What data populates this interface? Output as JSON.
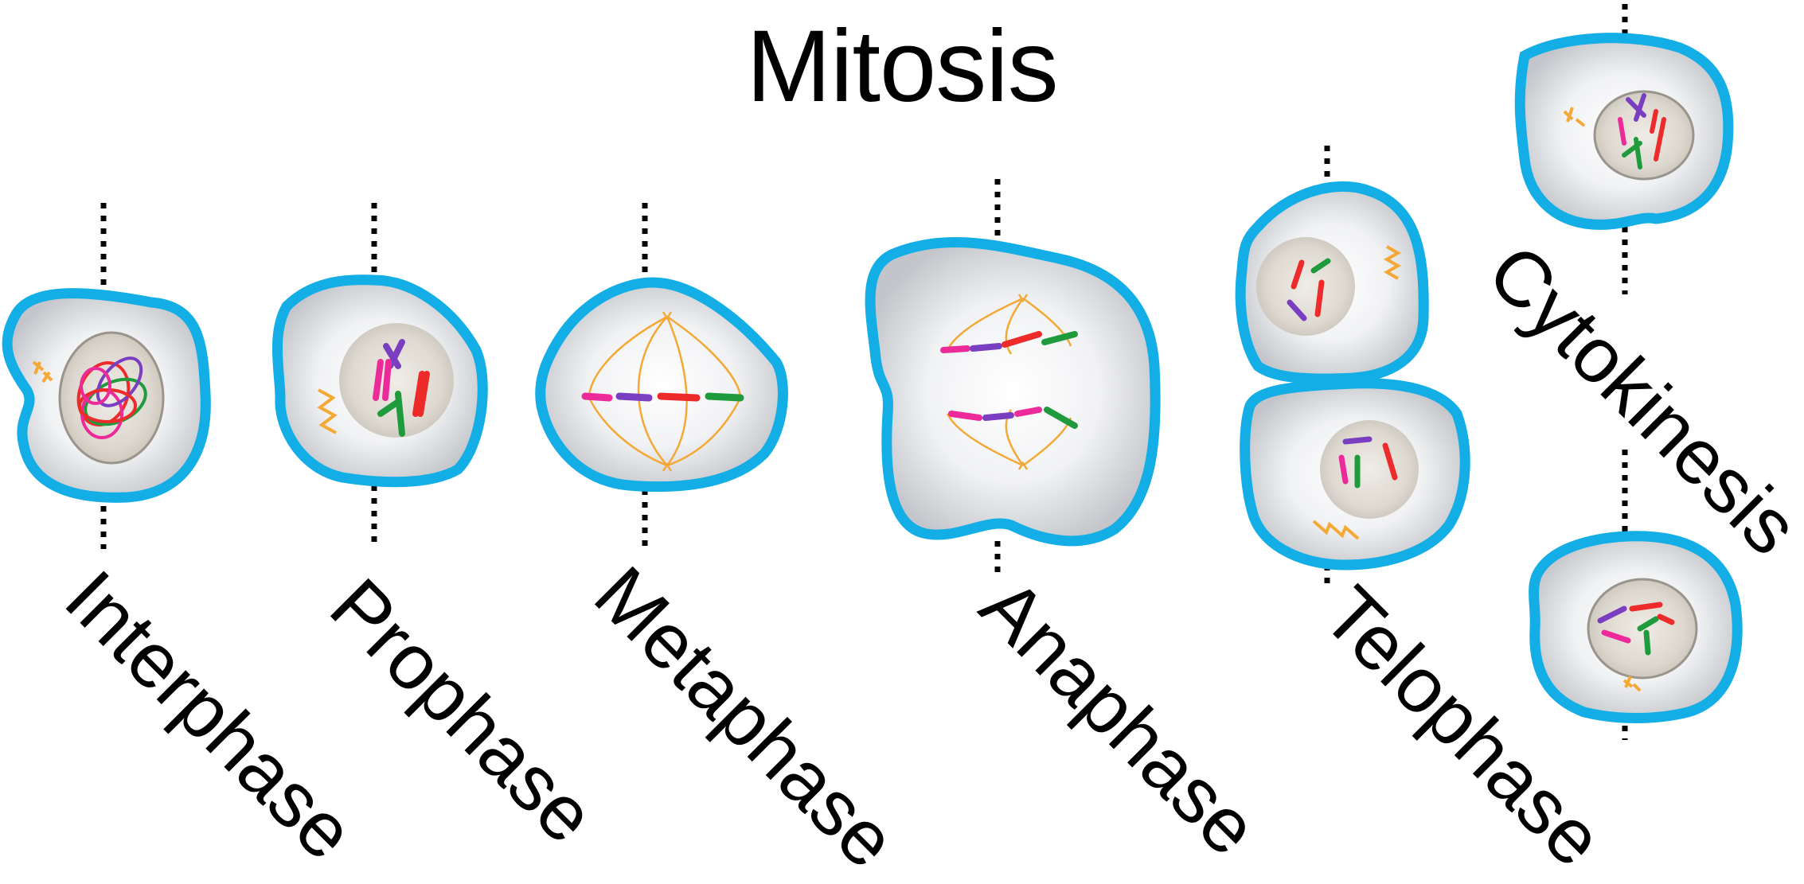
{
  "title": "Mitosis",
  "stages": [
    {
      "id": "interphase",
      "label": "Interphase"
    },
    {
      "id": "prophase",
      "label": "Prophase"
    },
    {
      "id": "metaphase",
      "label": "Metaphase"
    },
    {
      "id": "anaphase",
      "label": "Anaphase"
    },
    {
      "id": "telophase",
      "label": "Telophase"
    },
    {
      "id": "cytokinesis",
      "label": "Cytokinesis"
    }
  ],
  "colors": {
    "membrane": "#13aee6",
    "cytoplasm_center": "#ffffff",
    "cytoplasm_edge": "#c9cbcf",
    "nucleus": "#d9d5cd",
    "spindle": "#f4a836",
    "chromosome_purple": "#7a3fc0",
    "chromosome_pink": "#ec2a9a",
    "chromosome_red": "#ee2b2b",
    "chromosome_green": "#1f9a3c",
    "axis_line": "#000000"
  }
}
